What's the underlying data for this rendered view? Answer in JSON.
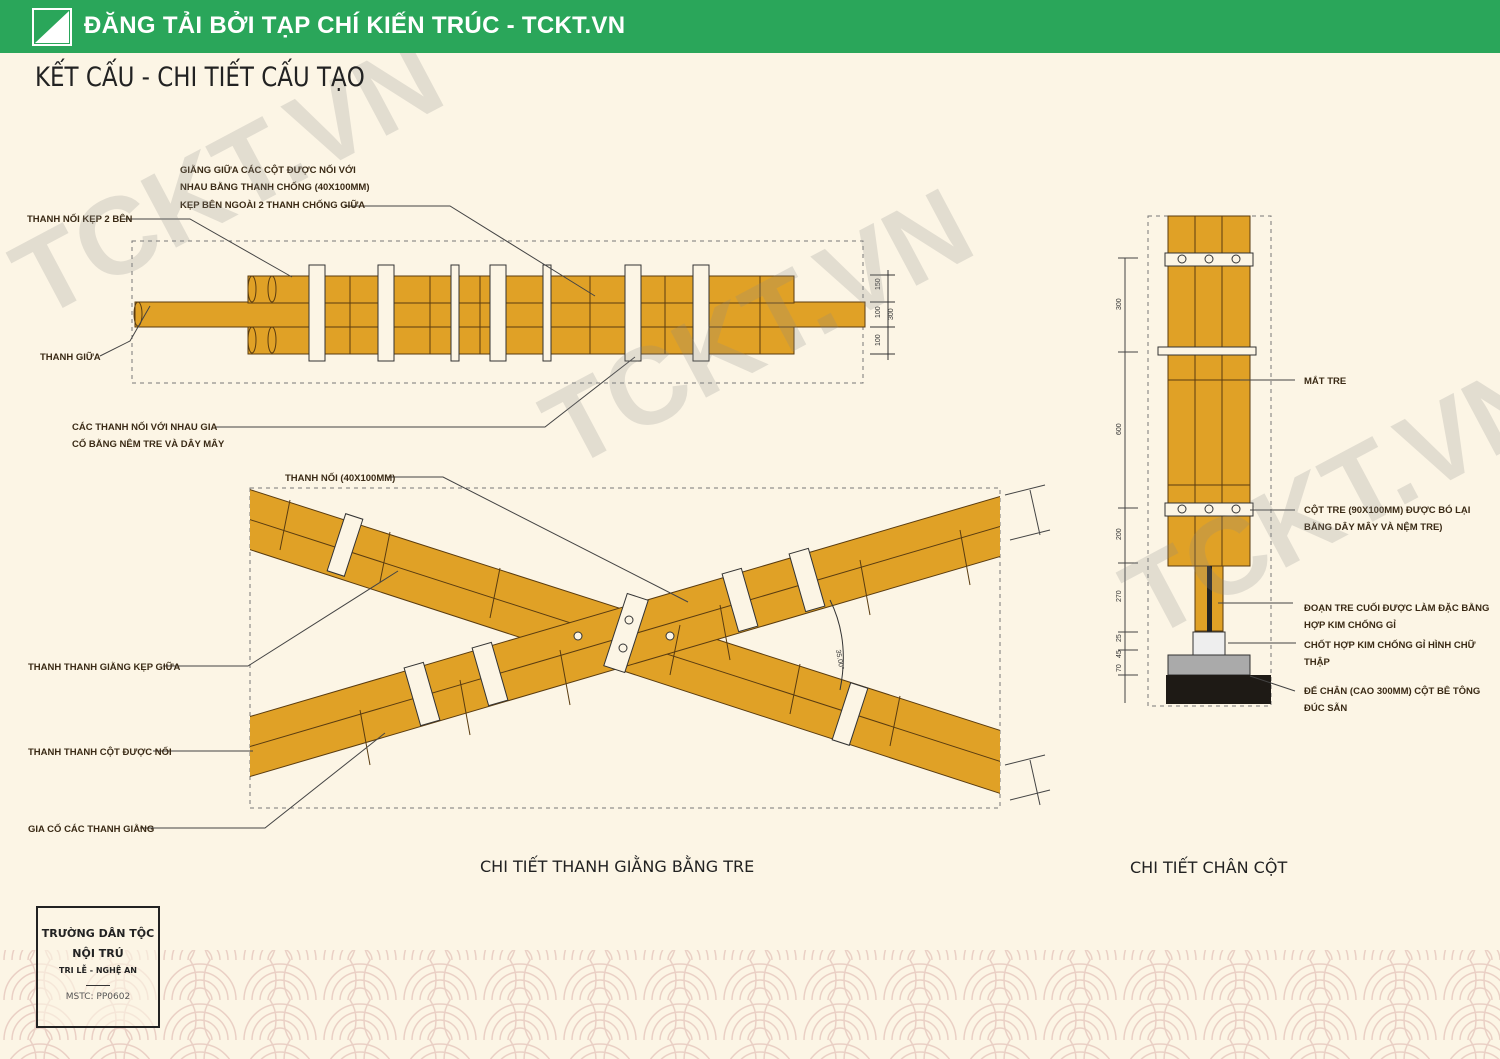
{
  "header": {
    "banner": "ĐĂNG TẢI BỞI TẠP CHÍ KIẾN TRÚC - TCKT.VN"
  },
  "title": "KẾT CẤU - CHI TIẾT CẤU TẠO",
  "watermark": "TCKT.VN",
  "top_detail": {
    "label_bracing": [
      "GIẰNG GIỮA CÁC CỘT ĐƯỢC NỐI VỚI",
      "NHAU BẰNG THANH CHỐNG (40X100MM)",
      "KẸP BÊN NGOÀI 2 THANH CHỐNG GIỮA"
    ],
    "label_side_clamp": "THANH NỐI KẸP 2 BÊN",
    "label_middle": "THANH GIỮA",
    "label_joint": [
      "CÁC THANH NỐI VỚI NHAU GIA",
      "CỐ BẰNG NÊM TRE VÀ DÂY MÂY"
    ],
    "dims": [
      "150",
      "100",
      "100",
      "300"
    ]
  },
  "x_detail": {
    "label_connector": "THANH NỐI (40X100MM)",
    "label_clamped": "THANH THANH GIẰNG KẸP GIỮA",
    "label_joined": "THANH THANH CỘT ĐƯỢC NỐI",
    "label_reinforce": "GIA CỐ CÁC THANH GIẰNG",
    "angle": "35.00°",
    "caption": "CHI TIẾT THANH GIẰNG BẰNG TRE"
  },
  "column_detail": {
    "label_node": "MẮT TRE",
    "label_column": [
      "CỘT TRE (90X100MM) ĐƯỢC BÓ LẠI",
      "BẰNG DÂY MÂY VÀ NỆM TRE)"
    ],
    "label_end": [
      "ĐOẠN TRE CUỐI ĐƯỢC LÀM ĐẶC BẰNG",
      "HỢP KIM CHỐNG GỈ"
    ],
    "label_pin": [
      "CHỐT HỢP KIM CHỐNG GỈ HÌNH CHỮ",
      "THẬP"
    ],
    "label_base": [
      "ĐẾ CHÂN (CAO 300MM) CỘT BÊ TÔNG",
      "ĐÚC SẴN"
    ],
    "dims": [
      "300",
      "600",
      "200",
      "270",
      "25",
      "45",
      "70"
    ],
    "caption": "CHI TIẾT CHÂN CỘT"
  },
  "stamp": {
    "line1": "TRƯỜNG DÂN TỘC",
    "line2": "NỘI TRÚ",
    "line3": "TRI LỄ - NGHỆ AN",
    "code": "MSTC: PP0602"
  },
  "colors": {
    "brand": "#2aa65a",
    "bamboo": "#e0a126",
    "paper": "#fcf5e5"
  }
}
